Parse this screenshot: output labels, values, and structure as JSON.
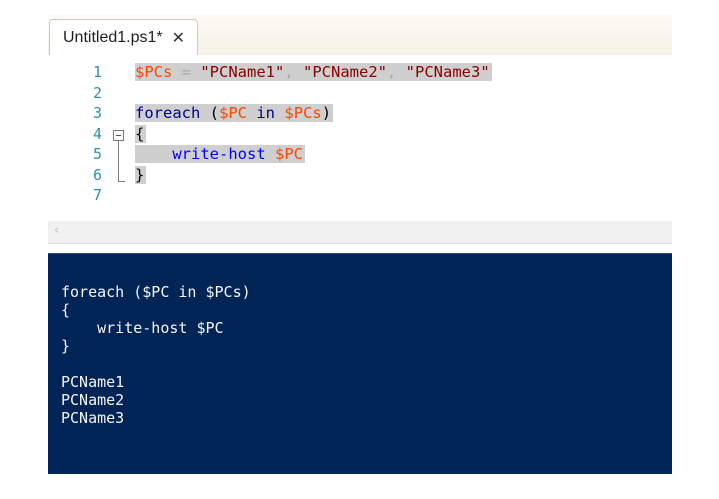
{
  "tab": {
    "title": "Untitled1.ps1*",
    "close_glyph": "✕",
    "close_icon": "close-icon"
  },
  "editor": {
    "line_numbers": [
      "1",
      "2",
      "3",
      "4",
      "5",
      "6",
      "7"
    ],
    "lines": [
      {
        "tokens": [
          {
            "t": "var",
            "v": "$PCs"
          },
          {
            "t": "op",
            "v": " = "
          },
          {
            "t": "str",
            "v": "\"PCName1\""
          },
          {
            "t": "op",
            "v": ", "
          },
          {
            "t": "str",
            "v": "\"PCName2\""
          },
          {
            "t": "op",
            "v": ", "
          },
          {
            "t": "str",
            "v": "\"PCName3\""
          }
        ]
      },
      {
        "tokens": []
      },
      {
        "tokens": [
          {
            "t": "kw",
            "v": "foreach"
          },
          {
            "t": "punc",
            "v": " ("
          },
          {
            "t": "var",
            "v": "$PC"
          },
          {
            "t": "punc",
            "v": " "
          },
          {
            "t": "kw",
            "v": "in"
          },
          {
            "t": "punc",
            "v": " "
          },
          {
            "t": "var",
            "v": "$PCs"
          },
          {
            "t": "punc",
            "v": ")"
          }
        ]
      },
      {
        "tokens": [
          {
            "t": "punc",
            "v": "{"
          }
        ]
      },
      {
        "tokens": [
          {
            "t": "punc",
            "v": "    "
          },
          {
            "t": "cmd",
            "v": "write-host"
          },
          {
            "t": "punc",
            "v": " "
          },
          {
            "t": "var",
            "v": "$PC"
          }
        ]
      },
      {
        "tokens": [
          {
            "t": "punc",
            "v": "}"
          }
        ]
      },
      {
        "tokens": []
      }
    ],
    "fold_icon": "collapse-icon"
  },
  "scrollbar": {
    "left_arrow": "‹",
    "left_icon": "chevron-left-icon"
  },
  "console": {
    "lines": [
      "foreach ($PC in $PCs)",
      "{",
      "    write-host $PC",
      "}",
      "",
      "PCName1",
      "PCName2",
      "PCName3"
    ]
  },
  "colors": {
    "console_bg": "#012456",
    "selection": "#cfcfcf",
    "line_number": "#2b91af",
    "variable": "#ff4500",
    "string": "#8b0000",
    "keyword": "#00008b",
    "command": "#0000ff"
  }
}
